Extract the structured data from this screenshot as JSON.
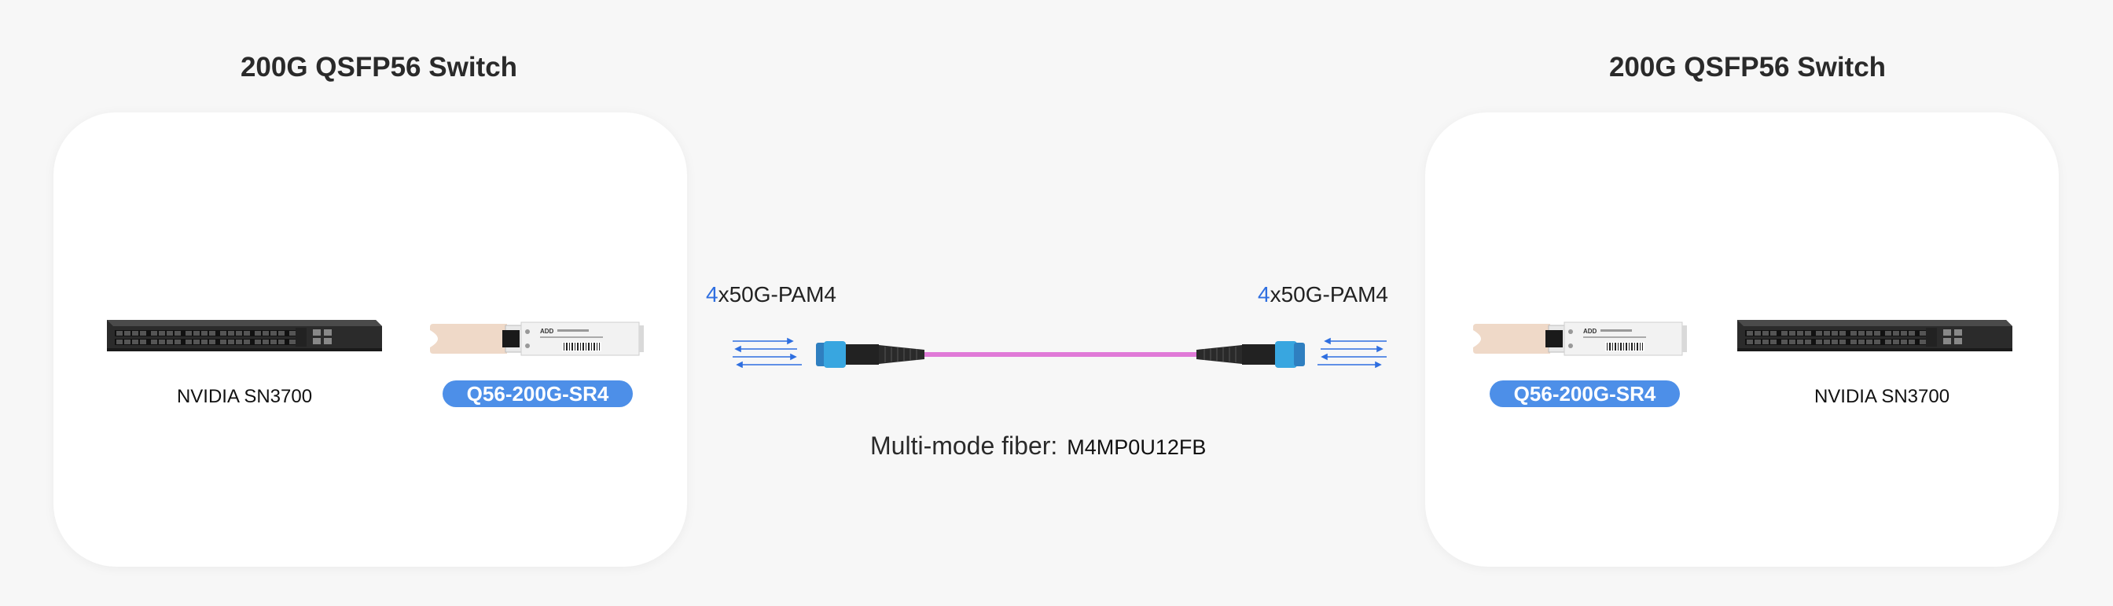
{
  "left": {
    "title": "200G QSFP56 Switch",
    "switch_label": "NVIDIA SN3700",
    "module_label": "Q56-200G-SR4",
    "module_brand": "ADD"
  },
  "right": {
    "title": "200G QSFP56 Switch",
    "switch_label": "NVIDIA SN3700",
    "module_label": "Q56-200G-SR4",
    "module_brand": "ADD"
  },
  "link": {
    "left_lanes_count": "4",
    "left_lanes_rest": "x50G-PAM4",
    "right_lanes_count": "4",
    "right_lanes_rest": "x50G-PAM4",
    "fiber_type": "Multi-mode fiber:",
    "fiber_part": "M4MP0U12FB"
  },
  "colors": {
    "badge": "#4d8fe8",
    "lane_number": "#2f6fe0",
    "fiber": "#e07ad8",
    "connector": "#38a6e0",
    "background": "#f7f7f7",
    "card": "#ffffff"
  }
}
